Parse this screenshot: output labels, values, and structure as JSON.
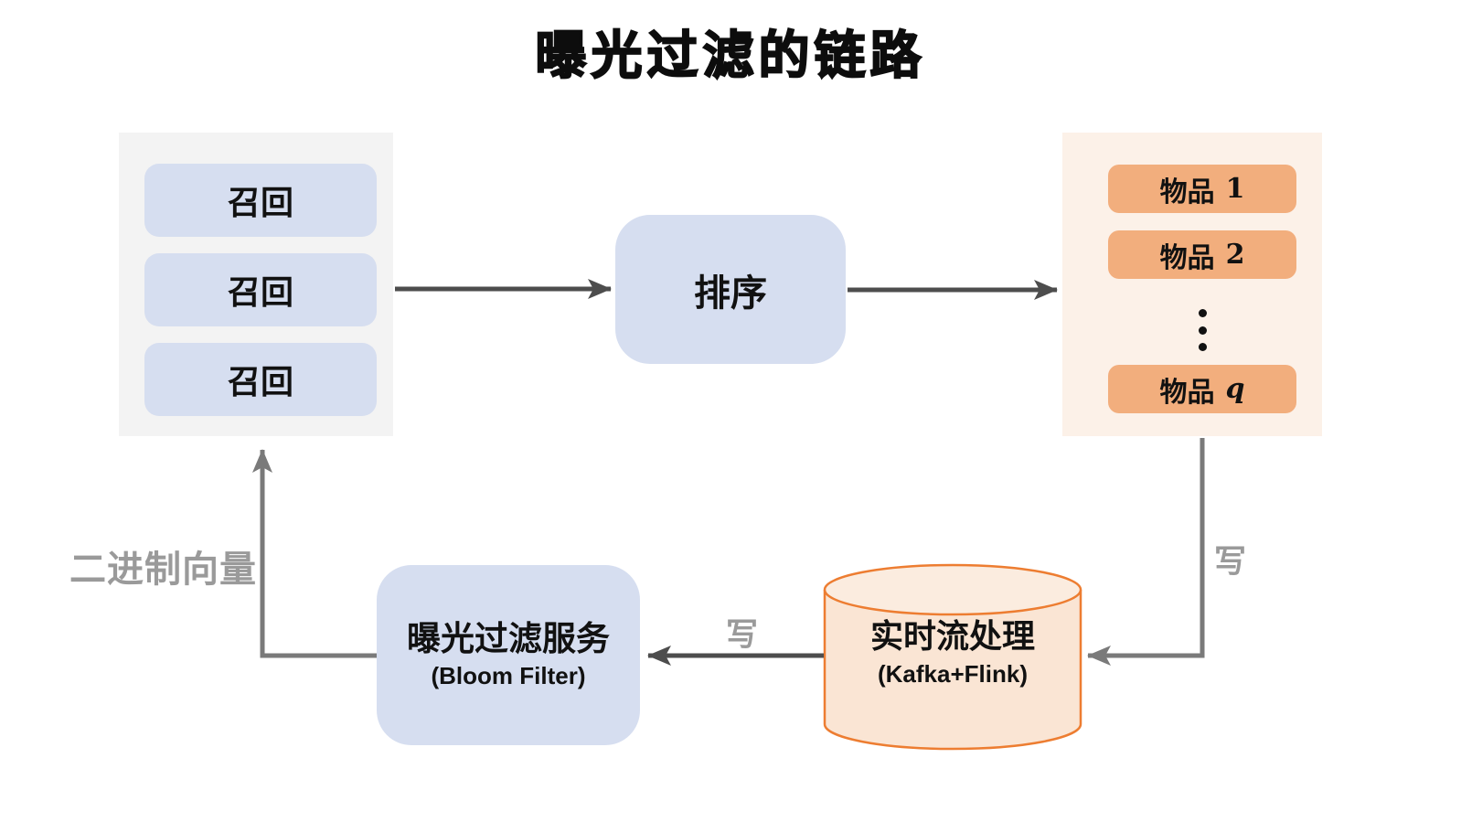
{
  "title": "曝光过滤的链路",
  "palette": {
    "node_blue": "#D6DEF0",
    "panel_gray": "#F3F3F3",
    "panel_orange": "#FCF1E8",
    "item_orange": "#F2AE7D",
    "cylinder_fill": "#FAE5D4",
    "cylinder_top_fill": "#FBECDF",
    "cylinder_stroke": "#ED7D31",
    "arrow_dark": "#4d4d4d",
    "arrow_gray": "#7a7a7a",
    "label_gray": "#9a9a9a"
  },
  "recall_panel": {
    "items": [
      "召回",
      "召回",
      "召回"
    ]
  },
  "rank_node": {
    "label": "排序"
  },
  "items_panel": {
    "items": [
      {
        "name": "物品",
        "num": "1"
      },
      {
        "name": "物品",
        "num": "2"
      },
      {
        "name": "物品",
        "num": "q"
      }
    ],
    "ellipsis_icon": "vertical-ellipsis"
  },
  "filter_node": {
    "label": "曝光过滤服务",
    "sublabel": "(Bloom Filter)"
  },
  "stream_node": {
    "label": "实时流处理",
    "sublabel": "(Kafka+Flink)"
  },
  "edge_labels": {
    "write_to_stream": "写",
    "write_to_filter": "写",
    "binary_vector": "二进制向量"
  }
}
